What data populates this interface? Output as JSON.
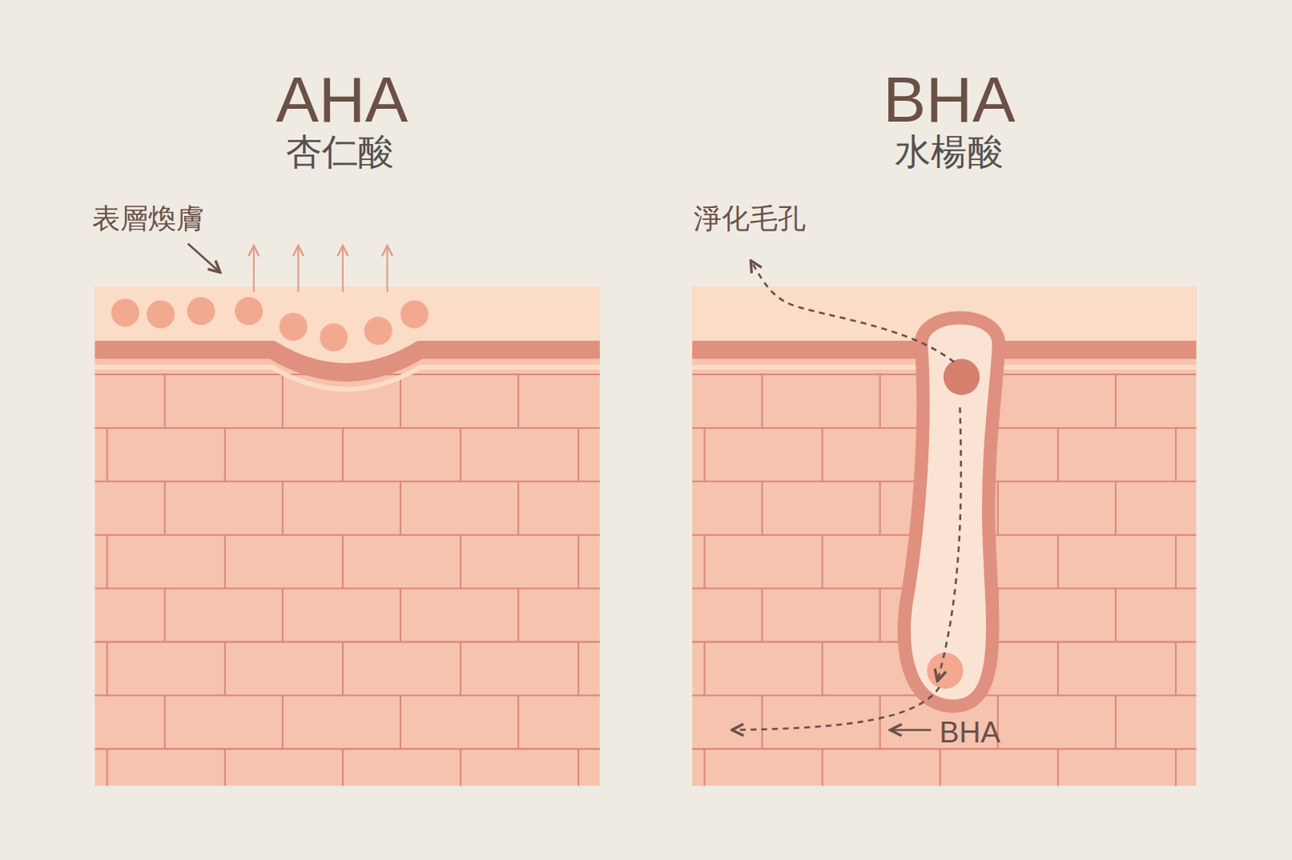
{
  "diagram": {
    "labels": [
      "AHA",
      "杏仁酸",
      "表層煥膚",
      "BHA",
      "水楊酸",
      "淨化毛孔",
      "BHA"
    ]
  }
}
